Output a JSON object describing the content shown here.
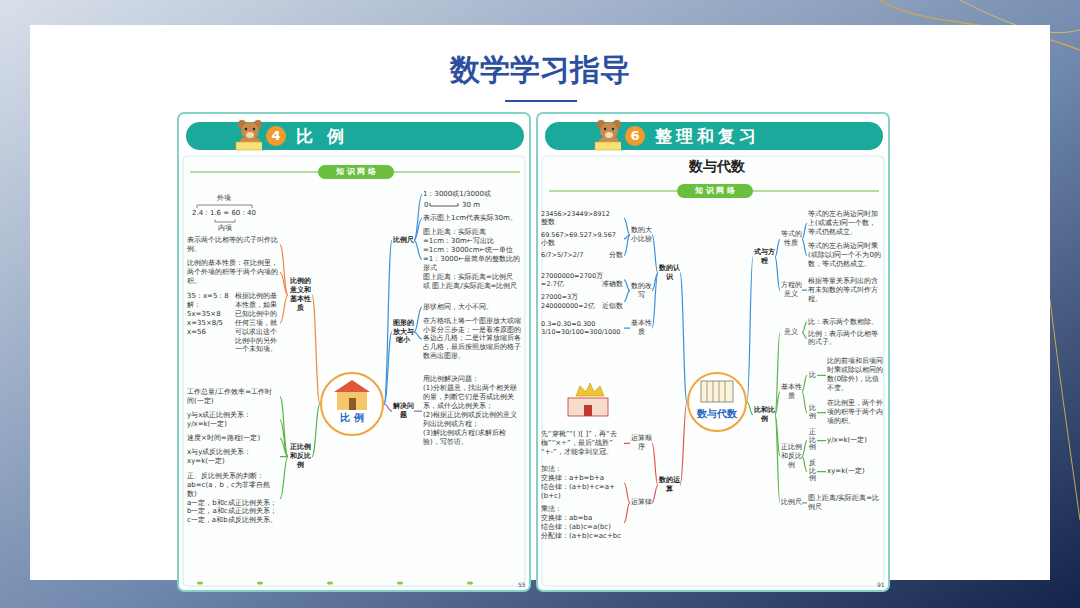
{
  "diagram": {
    "title": "数学学习指导",
    "nodes": [
      {
        "text": [
          "4",
          "比 例"
        ]
      },
      {
        "text": [
          "知 识 网 络"
        ]
      },
      {
        "text": [
          "比 例"
        ]
      },
      {
        "text": [
          "比例的意义和基本性质"
        ]
      },
      {
        "text": [
          "表示两个比相等的式子叫作比例。"
        ]
      },
      {
        "text": [
          "比例的基本性质：在比例里，两个外项的积等于两个内项的积。"
        ]
      },
      {
        "text": [
          "35：x=5：8",
          "解：5x=35×8",
          "x=35×8/5",
          "x=56"
        ]
      },
      {
        "text": [
          "根据比例的基本性质，如果已知比例中的任何三项，就可以求出这个比例中的另外一个未知项。"
        ]
      },
      {
        "text": [
          "正比例和反比例"
        ]
      },
      {
        "text": [
          "工作总量/工作效率=工作时间(一定)"
        ]
      },
      {
        "text": [
          "y与x成正比例关系：y/x=k(一定)"
        ]
      },
      {
        "text": [
          "速度×时间=路程(一定)"
        ]
      },
      {
        "text": [
          "x与y成反比例关系：xy=k(一定)"
        ]
      },
      {
        "text": [
          "正、反比例关系的判断：",
          "ab=c(a，b，c为非零自然数)",
          "a一定，b和c成正比例关系；",
          "b一定，a和c成正比例关系；",
          "c一定，a和b成反比例关系。"
        ]
      },
      {
        "text": [
          "比例尺"
        ]
      },
      {
        "text": [
          "1：3000或1/3000或"
        ]
      },
      {
        "text": [
          "表示图上1cm代表实际30m。"
        ]
      },
      {
        "text": [
          "图上距离：实际距离",
          "=1cm：30m←写出比",
          "=1cm：3000cm←统一单位",
          "=1：3000←最简单的整数比的形式",
          "图上距离：实际距离=比例尺",
          "或 图上距离/实际距离=比例尺"
        ]
      },
      {
        "text": [
          "图形的放大与缩小"
        ]
      },
      {
        "text": [
          "形状相同，大小不同。"
        ]
      },
      {
        "text": [
          "在方格纸上将一个图形放大或缩小要分三步走：一是看准原图的各边占几格；二是计算放缩后各占几格，最后按照放缩后的格子数画出图形。"
        ]
      },
      {
        "text": [
          "解决问题"
        ]
      },
      {
        "text": [
          "用比例解决问题：",
          "(1)分析题意，找出两个相关联的量，判断它们是否成比例关系，成什么比例关系；",
          "(2)根据正比例或反比例的意义列出比例或方程；",
          "(3)解比例或方程(求解后检验)，写答语。"
        ]
      },
      {
        "text": [
          "6",
          "整理和复习"
        ]
      },
      {
        "text": [
          "知 识 网 络"
        ]
      },
      {
        "text": [
          "数与代数"
        ]
      },
      {
        "text": [
          "数的认识"
        ]
      },
      {
        "text": [
          "数的大小比较"
        ]
      },
      {
        "text": [
          "23456>23449>8912",
          "整数"
        ]
      },
      {
        "text": [
          "69.567>69.527>9.567",
          "小数"
        ]
      },
      {
        "text": [
          "6/7>5/7>2/7",
          "分数"
        ]
      },
      {
        "text": [
          "数的改写"
        ]
      },
      {
        "text": [
          "27000000=2700万",
          "≈2.7亿",
          "准确数"
        ]
      },
      {
        "text": [
          "27000≈3万",
          "240000000≈2亿",
          "近似数"
        ]
      },
      {
        "text": [
          "基本性质"
        ]
      },
      {
        "text": [
          "0.3=0.30=0.300",
          "3/10=30/100=300/1000"
        ]
      },
      {
        "text": [
          "数的运算"
        ]
      },
      {
        "text": [
          "运算顺序"
        ]
      },
      {
        "text": [
          "先“穿靴”“( )[ ]”，再“去枷”“×÷”，最后“战胜”“+-”，才能拿到皇冠。"
        ]
      },
      {
        "text": [
          "运算律"
        ]
      },
      {
        "text": [
          "加法：",
          "交换律：a+b=b+a",
          "结合律：(a+b)+c=a+(b+c)"
        ]
      },
      {
        "text": [
          "乘法：",
          "交换律：ab=ba",
          "结合律：(ab)c=a(bc)",
          "分配律：(a+b)c=ac+bc"
        ]
      },
      {
        "text": [
          "式与方程"
        ]
      },
      {
        "text": [
          "等式的性质"
        ]
      },
      {
        "text": [
          "等式的左右两边同时加上(或减去)同一个数，等式仍然成立。"
        ]
      },
      {
        "text": [
          "等式的左右两边同时乘(或除以)同一个不为0的数，等式仍然成立。"
        ]
      },
      {
        "text": [
          "方程的意义"
        ]
      },
      {
        "text": [
          "根据等量关系列出的含有未知数的等式叫作方程。"
        ]
      },
      {
        "text": [
          "比和比例"
        ]
      },
      {
        "text": [
          "意义"
        ]
      },
      {
        "text": [
          "比：表示两个数相除。"
        ]
      },
      {
        "text": [
          "比例：表示两个比相等的式子。"
        ]
      },
      {
        "text": [
          "基本性质"
        ]
      },
      {
        "text": [
          "比"
        ]
      },
      {
        "text": [
          "比的前项和后项同时乘或除以相同的数(0除外)，比值不变。"
        ]
      },
      {
        "text": [
          "比例"
        ]
      },
      {
        "text": [
          "在比例里，两个外项的积等于两个内项的积。"
        ]
      },
      {
        "text": [
          "正比例和反比例"
        ]
      },
      {
        "text": [
          "正比例"
        ]
      },
      {
        "text": [
          "y/x=k(一定)"
        ]
      },
      {
        "text": [
          "反比例"
        ]
      },
      {
        "text": [
          "xy=k(一定)"
        ]
      },
      {
        "text": [
          "比例尺"
        ]
      },
      {
        "text": [
          "图上距离/实际距离=比例尺"
        ]
      }
    ],
    "edges": [
      {
        "from": 2,
        "to": 3,
        "arrow": "none"
      },
      {
        "from": 3,
        "to": 4,
        "arrow": "none"
      },
      {
        "from": 3,
        "to": 5,
        "arrow": "none"
      },
      {
        "from": 3,
        "to": 7,
        "arrow": "none"
      },
      {
        "from": 2,
        "to": 8,
        "arrow": "none"
      },
      {
        "from": 8,
        "to": 9,
        "arrow": "none"
      },
      {
        "from": 8,
        "to": 10,
        "arrow": "none"
      },
      {
        "from": 8,
        "to": 11,
        "arrow": "none"
      },
      {
        "from": 8,
        "to": 12,
        "arrow": "none"
      },
      {
        "from": 8,
        "to": 13,
        "arrow": "none"
      },
      {
        "from": 2,
        "to": 14,
        "arrow": "none"
      },
      {
        "from": 14,
        "to": 15,
        "arrow": "none"
      },
      {
        "from": 14,
        "to": 16,
        "arrow": "none"
      },
      {
        "from": 14,
        "to": 17,
        "arrow": "none"
      },
      {
        "from": 2,
        "to": 18,
        "arrow": "none"
      },
      {
        "from": 18,
        "to": 19,
        "arrow": "none"
      },
      {
        "from": 18,
        "to": 20,
        "arrow": "none"
      },
      {
        "from": 2,
        "to": 21,
        "arrow": "none"
      },
      {
        "from": 21,
        "to": 22,
        "arrow": "none"
      },
      {
        "from": 25,
        "to": 26,
        "arrow": "none"
      },
      {
        "from": 26,
        "to": 27,
        "arrow": "none"
      },
      {
        "from": 27,
        "to": 28,
        "arrow": "none"
      },
      {
        "from": 27,
        "to": 29,
        "arrow": "none"
      },
      {
        "from": 27,
        "to": 30,
        "arrow": "none"
      },
      {
        "from": 26,
        "to": 31,
        "arrow": "none"
      },
      {
        "from": 31,
        "to": 32,
        "arrow": "none"
      },
      {
        "from": 31,
        "to": 33,
        "arrow": "none"
      },
      {
        "from": 26,
        "to": 34,
        "arrow": "none"
      },
      {
        "from": 34,
        "to": 35,
        "arrow": "none"
      },
      {
        "from": 25,
        "to": 36,
        "arrow": "none"
      },
      {
        "from": 36,
        "to": 37,
        "arrow": "none"
      },
      {
        "from": 37,
        "to": 38,
        "arrow": "none"
      },
      {
        "from": 36,
        "to": 39,
        "arrow": "none"
      },
      {
        "from": 39,
        "to": 40,
        "arrow": "none"
      },
      {
        "from": 39,
        "to": 41,
        "arrow": "none"
      },
      {
        "from": 25,
        "to": 42,
        "arrow": "none"
      },
      {
        "from": 42,
        "to": 43,
        "arrow": "none"
      },
      {
        "from": 43,
        "to": 44,
        "arrow": "none"
      },
      {
        "from": 43,
        "to": 45,
        "arrow": "none"
      },
      {
        "from": 42,
        "to": 46,
        "arrow": "none"
      },
      {
        "from": 46,
        "to": 47,
        "arrow": "none"
      },
      {
        "from": 25,
        "to": 48,
        "arrow": "none"
      },
      {
        "from": 48,
        "to": 49,
        "arrow": "none"
      },
      {
        "from": 49,
        "to": 50,
        "arrow": "none"
      },
      {
        "from": 49,
        "to": 51,
        "arrow": "none"
      },
      {
        "from": 48,
        "to": 52,
        "arrow": "none"
      },
      {
        "from": 52,
        "to": 53,
        "arrow": "none"
      },
      {
        "from": 53,
        "to": 54,
        "arrow": "none"
      },
      {
        "from": 52,
        "to": 55,
        "arrow": "none"
      },
      {
        "from": 55,
        "to": 56,
        "arrow": "none"
      },
      {
        "from": 48,
        "to": 57,
        "arrow": "none"
      },
      {
        "from": 57,
        "to": 58,
        "arrow": "none"
      },
      {
        "from": 58,
        "to": 59,
        "arrow": "none"
      },
      {
        "from": 57,
        "to": 60,
        "arrow": "none"
      },
      {
        "from": 60,
        "to": 61,
        "arrow": "none"
      },
      {
        "from": 48,
        "to": 62,
        "arrow": "none"
      },
      {
        "from": 62,
        "to": 63,
        "arrow": "none"
      }
    ],
    "labels": [
      "外项",
      "2.4 : 1.6 = 60 : 40",
      "内项",
      "0",
      "30 m",
      "55",
      "数与代数",
      "91"
    ]
  }
}
